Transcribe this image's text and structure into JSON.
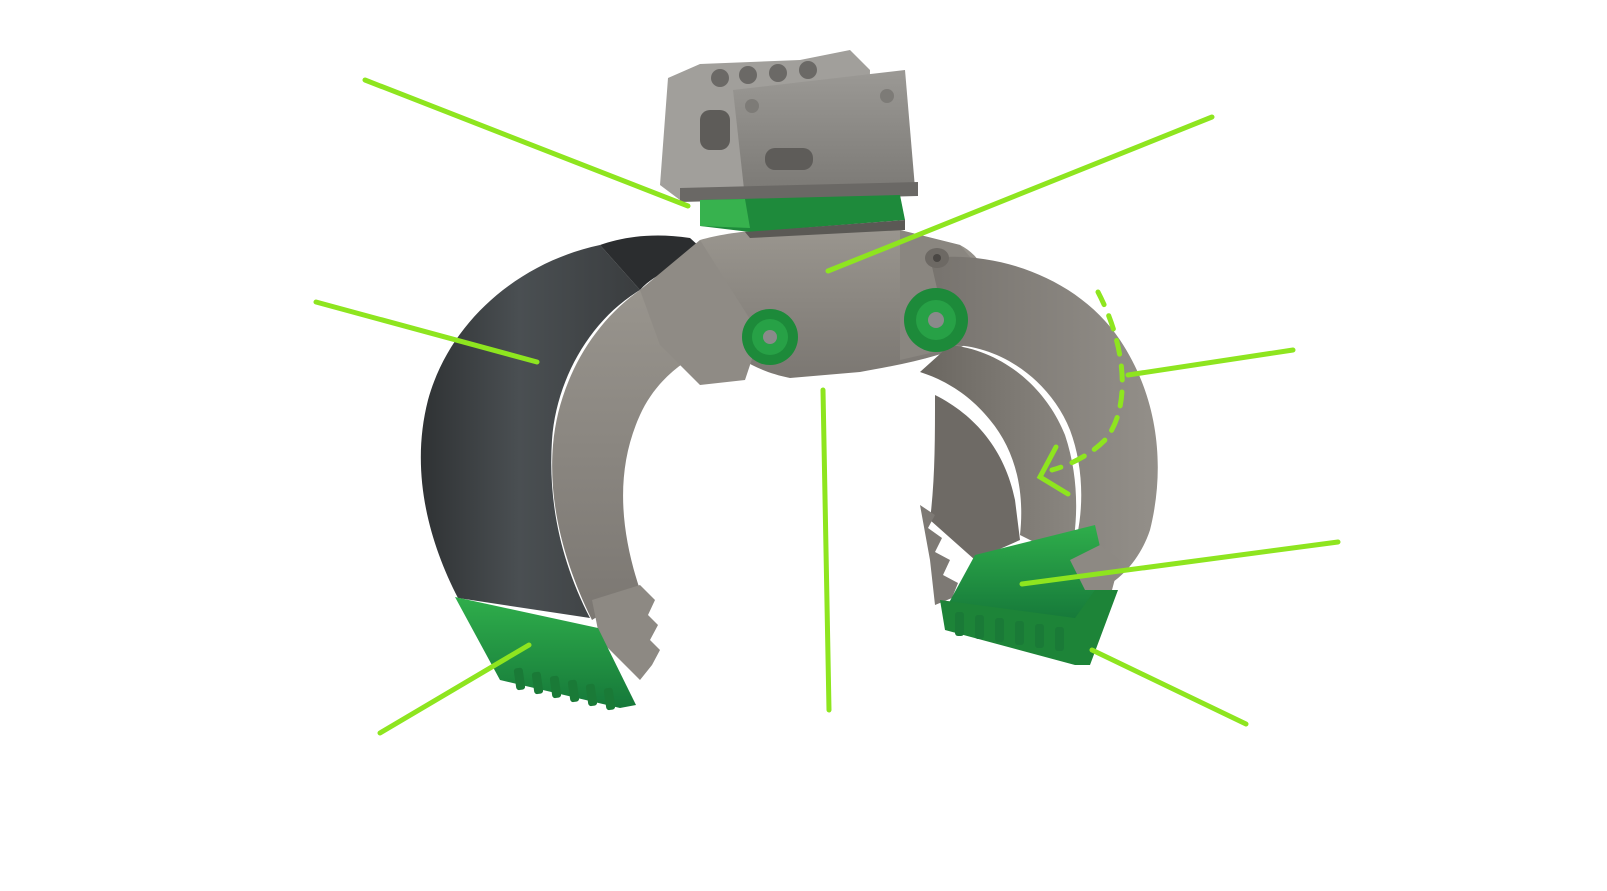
{
  "diagram": {
    "subject": "grapple-bucket",
    "colors": {
      "background": "#ffffff",
      "callout": "#8ee51f",
      "body_grey": "#85817b",
      "body_grey_light": "#9a968f",
      "body_grey_dark": "#6e6a65",
      "shell_dark": "#3e4143",
      "shell_mid": "#555a5d",
      "accent_green": "#1f8a3a",
      "accent_green_light": "#2fae4b",
      "bracket_grey": "#8b8985"
    },
    "callouts": [
      {
        "name": "callout-rotator-ring"
      },
      {
        "name": "callout-main-body"
      },
      {
        "name": "callout-shell-side"
      },
      {
        "name": "callout-closing-motion"
      },
      {
        "name": "callout-center-axis"
      },
      {
        "name": "callout-right-wear-plate"
      },
      {
        "name": "callout-right-tooth-edge"
      },
      {
        "name": "callout-left-cutting-edge"
      }
    ]
  }
}
